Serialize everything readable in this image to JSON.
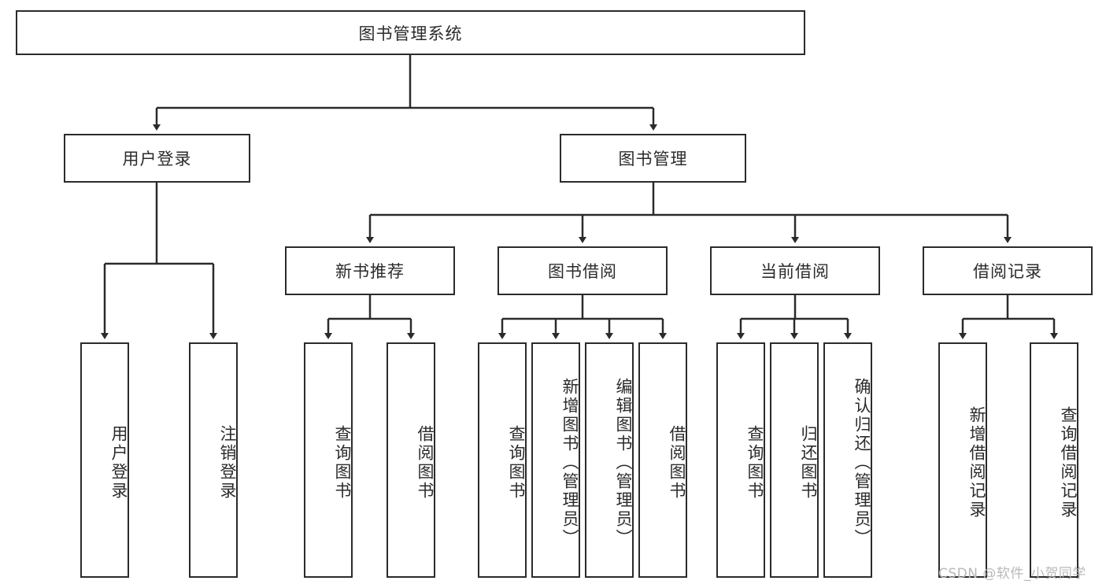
{
  "diagram": {
    "type": "tree",
    "title_node": {
      "id": "root",
      "label": "图书管理系统"
    },
    "level1": [
      {
        "id": "user-login",
        "label": "用户登录"
      },
      {
        "id": "book-management",
        "label": "图书管理"
      }
    ],
    "level2": [
      {
        "id": "new-book-recommend",
        "label": "新书推荐",
        "parent": "book-management"
      },
      {
        "id": "book-borrow",
        "label": "图书借阅",
        "parent": "book-management"
      },
      {
        "id": "current-borrow",
        "label": "当前借阅",
        "parent": "book-management"
      },
      {
        "id": "borrow-record",
        "label": "借阅记录",
        "parent": "book-management"
      }
    ],
    "leaves": {
      "user_login": [
        {
          "id": "leaf-user-login",
          "label": "用户登录"
        },
        {
          "id": "leaf-logout-login",
          "label": "注销登录"
        }
      ],
      "new_book_recommend": [
        {
          "id": "leaf-query-book-1",
          "label": "查询图书"
        },
        {
          "id": "leaf-borrow-book-1",
          "label": "借阅图书"
        }
      ],
      "book_borrow": [
        {
          "id": "leaf-query-book-2",
          "label": "查询图书"
        },
        {
          "id": "leaf-add-book",
          "label": "新增图书（管理员）"
        },
        {
          "id": "leaf-edit-book",
          "label": "编辑图书（管理员）"
        },
        {
          "id": "leaf-borrow-book-2",
          "label": "借阅图书"
        }
      ],
      "current_borrow": [
        {
          "id": "leaf-query-book-3",
          "label": "查询图书"
        },
        {
          "id": "leaf-return-book",
          "label": "归还图书"
        },
        {
          "id": "leaf-confirm-return",
          "label": "确认归还（管理员）"
        }
      ],
      "borrow_record": [
        {
          "id": "leaf-add-record",
          "label": "新增借阅记录"
        },
        {
          "id": "leaf-query-record",
          "label": "查询借阅记录"
        }
      ]
    },
    "watermark": "CSDN @软件_小贺同学",
    "colors": {
      "stroke": "#2b2b2b",
      "background": "#ffffff",
      "text": "#2b2b2b",
      "watermark": "#b9b9b9"
    }
  }
}
